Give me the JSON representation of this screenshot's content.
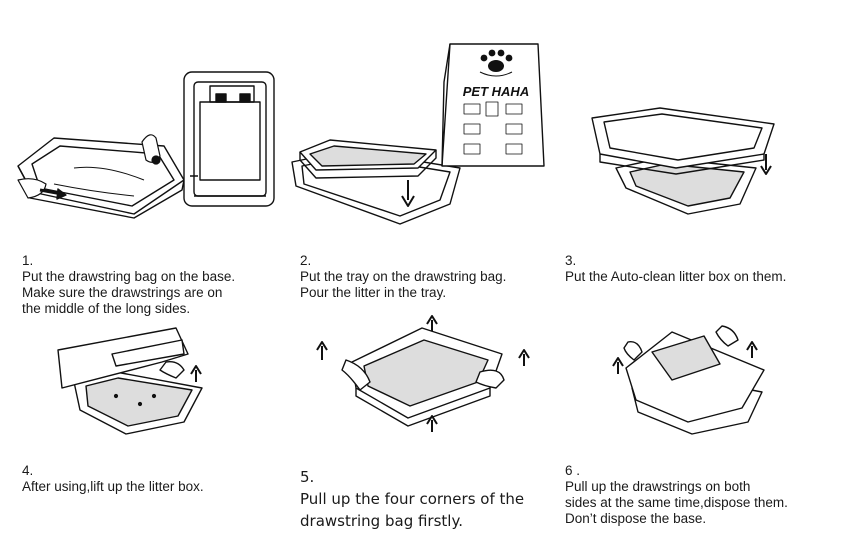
{
  "steps": [
    {
      "number": "1.",
      "text": "Put  the drawstring bag on the base.\nMake sure the drawstrings are on\nthe middle of the long sides."
    },
    {
      "number": "2.",
      "text": "Put the tray on the drawstring bag.\nPour the litter in the tray."
    },
    {
      "number": "3.",
      "text": "Put the Auto-clean litter box on them."
    },
    {
      "number": "4.",
      "text": "After using,lift up the litter box."
    },
    {
      "number": "5.",
      "text": "Pull up the four corners of the\ndrawstring bag firstly."
    },
    {
      "number": "6 .",
      "text": "Pull up the drawstrings on both\nsides at the same time,dispose them.\nDon’t dispose the base."
    }
  ],
  "package": {
    "brand": "PET HAHA",
    "logo_icon": "paw-icon"
  },
  "icons": [
    "arrow-down-icon",
    "arrow-up-icon",
    "hand-icon",
    "paw-icon"
  ],
  "colors": {
    "line": "#111111",
    "fill": "#ffffff",
    "shade": "#dddddd"
  }
}
